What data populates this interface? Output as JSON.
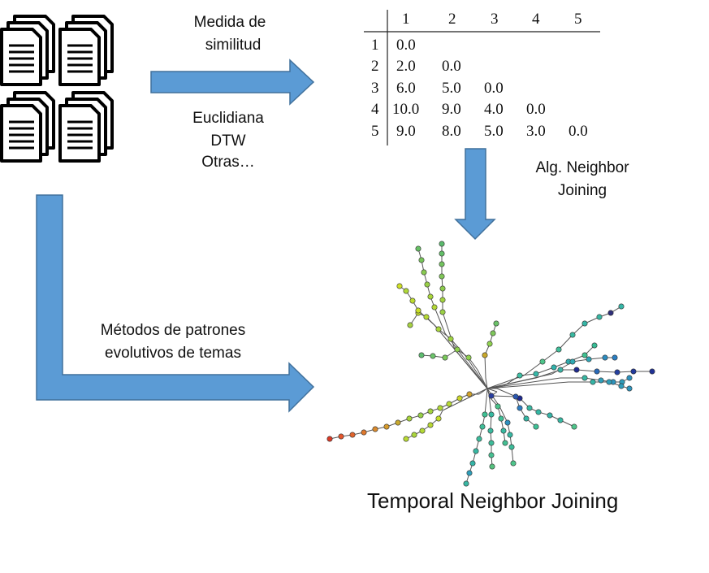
{
  "labels": {
    "similarity_l1": "Medida de",
    "similarity_l2": "similitud",
    "metric_1": "Euclidiana",
    "metric_2": "DTW",
    "metric_3": "Otras…",
    "nj_l1": "Alg. Neighbor",
    "nj_l2": "Joining",
    "patterns_l1": "Métodos de patrones",
    "patterns_l2": "evolutivos de temas",
    "result_title": "Temporal Neighbor Joining"
  },
  "matrix": {
    "columns": [
      "1",
      "2",
      "3",
      "4",
      "5"
    ],
    "rows": [
      {
        "label": "1",
        "values": [
          "0.0"
        ]
      },
      {
        "label": "2",
        "values": [
          "2.0",
          "0.0"
        ]
      },
      {
        "label": "3",
        "values": [
          "6.0",
          "5.0",
          "0.0"
        ]
      },
      {
        "label": "4",
        "values": [
          "10.0",
          "9.0",
          "4.0",
          "0.0"
        ]
      },
      {
        "label": "5",
        "values": [
          "9.0",
          "8.0",
          "5.0",
          "3.0",
          "0.0"
        ]
      }
    ]
  },
  "colors": {
    "arrow_fill": "#5b9bd5",
    "arrow_stroke": "#41719c",
    "tree_line": "#555555"
  }
}
